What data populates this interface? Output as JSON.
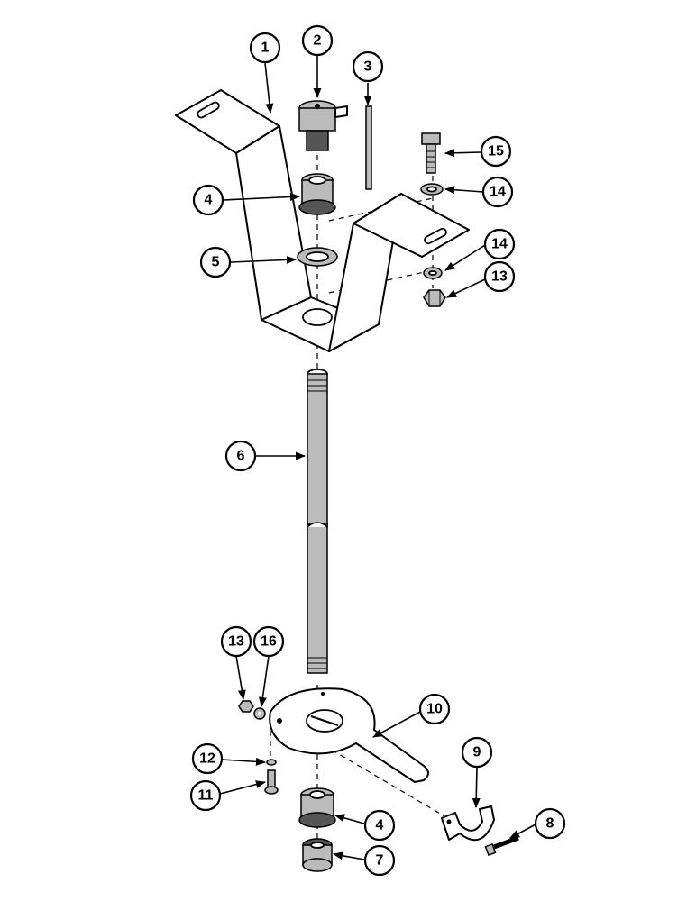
{
  "callouts": [
    {
      "id": "c1",
      "label": "1"
    },
    {
      "id": "c2",
      "label": "2"
    },
    {
      "id": "c3",
      "label": "3"
    },
    {
      "id": "c4a",
      "label": "4"
    },
    {
      "id": "c5",
      "label": "5"
    },
    {
      "id": "c6",
      "label": "6"
    },
    {
      "id": "c7",
      "label": "7"
    },
    {
      "id": "c4b",
      "label": "4"
    },
    {
      "id": "c8",
      "label": "8"
    },
    {
      "id": "c9",
      "label": "9"
    },
    {
      "id": "c10",
      "label": "10"
    },
    {
      "id": "c11",
      "label": "11"
    },
    {
      "id": "c12",
      "label": "12"
    },
    {
      "id": "c13a",
      "label": "13"
    },
    {
      "id": "c16",
      "label": "16"
    },
    {
      "id": "c13b",
      "label": "13"
    },
    {
      "id": "c14a",
      "label": "14"
    },
    {
      "id": "c14b",
      "label": "14"
    },
    {
      "id": "c15",
      "label": "15"
    }
  ],
  "colors": {
    "ink": "#000000",
    "paper": "#ffffff",
    "shade": "#bbbbbb"
  }
}
